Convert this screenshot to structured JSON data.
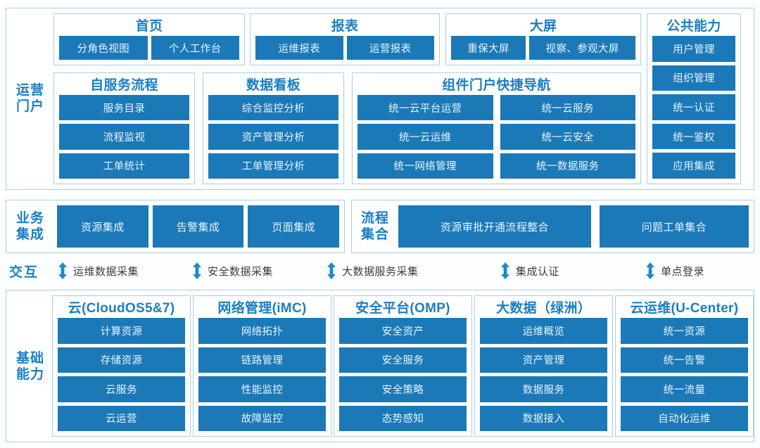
{
  "sections": {
    "portal": {
      "label": "运营\n门户",
      "label_lines": [
        "运营",
        "门户"
      ],
      "top_groups": [
        {
          "title": "首页",
          "chips": [
            "分角色视图",
            "个人工作台"
          ]
        },
        {
          "title": "报表",
          "chips": [
            "运维报表",
            "运营报表"
          ]
        },
        {
          "title": "大屏",
          "chips": [
            "重保大屏",
            "视察、参观大屏"
          ]
        }
      ],
      "bottom_groups": [
        {
          "title": "自服务流程",
          "chips": [
            "服务目录",
            "流程监视",
            "工单统计"
          ]
        },
        {
          "title": "数据看板",
          "chips": [
            "综合监控分析",
            "资产管理分析",
            "工单管理分析"
          ]
        },
        {
          "title": "组件门户快捷导航",
          "chips": [
            "统一云平台运营",
            "统一云服务",
            "统一云运维",
            "统一云安全",
            "统一网络管理",
            "统一数据服务"
          ]
        }
      ],
      "side_group": {
        "title": "公共能力",
        "chips": [
          "用户管理",
          "组织管理",
          "统一认证",
          "统一鉴权",
          "应用集成"
        ]
      }
    },
    "business": {
      "label_lines": [
        "业务",
        "集成"
      ],
      "chips": [
        "资源集成",
        "告警集成",
        "页面集成"
      ]
    },
    "process": {
      "label_lines": [
        "流程",
        "集合"
      ],
      "chips": [
        "资源审批开通流程整合",
        "问题工单集合"
      ]
    },
    "interaction": {
      "label": "交互",
      "items": [
        {
          "text": "运维数据采集",
          "icon": "double-arrow-vertical-icon"
        },
        {
          "text": "安全数据采集",
          "icon": "double-arrow-vertical-icon"
        },
        {
          "text": "大数据服务采集",
          "icon": "double-arrow-vertical-icon"
        },
        {
          "text": "集成认证",
          "icon": "double-arrow-vertical-icon"
        },
        {
          "text": "单点登录",
          "icon": "double-arrow-vertical-icon"
        }
      ]
    },
    "foundation": {
      "label_lines": [
        "基础",
        "能力"
      ],
      "groups": [
        {
          "title": "云(CloudOS5&7)",
          "chips": [
            "计算资源",
            "存储资源",
            "云服务",
            "云运营"
          ]
        },
        {
          "title": "网络管理(iMC)",
          "chips": [
            "网络拓扑",
            "链路管理",
            "性能监控",
            "故障监控"
          ]
        },
        {
          "title": "安全平台(OMP)",
          "chips": [
            "安全资产",
            "安全服务",
            "安全策略",
            "态势感知"
          ]
        },
        {
          "title": "大数据（绿洲）",
          "chips": [
            "运维概览",
            "资产管理",
            "数据服务",
            "数据接入"
          ]
        },
        {
          "title": "云运维(U-Center)",
          "chips": [
            "统一资源",
            "统一告警",
            "统一流量",
            "自动化运维"
          ]
        }
      ]
    }
  },
  "colors": {
    "chip_fill": "#1b79b8",
    "chip_text": "#e8f4fb",
    "title_blue": "#1a7fc4",
    "border_blue": "#a8cfe6",
    "background": "#ffffff",
    "arrow_blue": "#1b88cf"
  }
}
